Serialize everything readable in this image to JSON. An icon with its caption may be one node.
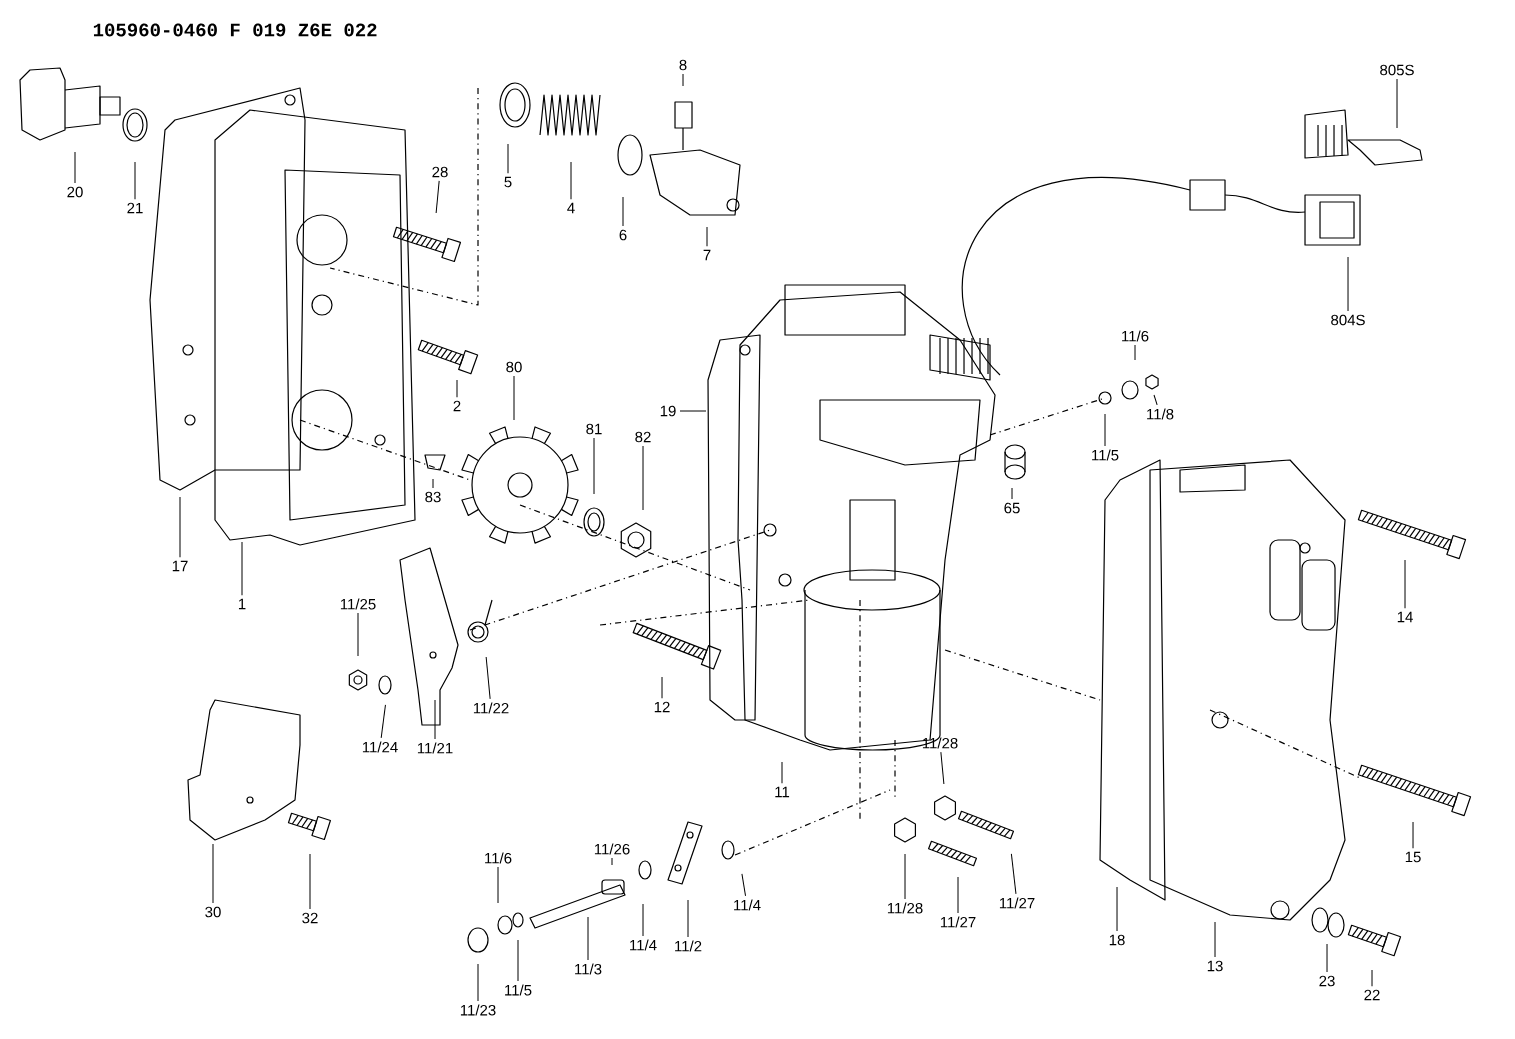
{
  "diagram": {
    "title": "105960-0460 F 019 Z6E 022",
    "nodes": [
      {
        "text": [
          "8"
        ]
      },
      {
        "text": [
          "805S"
        ]
      },
      {
        "text": [
          "28"
        ]
      },
      {
        "text": [
          "5"
        ]
      },
      {
        "text": [
          "4"
        ]
      },
      {
        "text": [
          "20"
        ]
      },
      {
        "text": [
          "21"
        ]
      },
      {
        "text": [
          "6"
        ]
      },
      {
        "text": [
          "7"
        ]
      },
      {
        "text": [
          "804S"
        ]
      },
      {
        "text": [
          "11/6"
        ]
      },
      {
        "text": [
          "80"
        ]
      },
      {
        "text": [
          "2"
        ]
      },
      {
        "text": [
          "11/8"
        ]
      },
      {
        "text": [
          "19"
        ]
      },
      {
        "text": [
          "81"
        ]
      },
      {
        "text": [
          "82"
        ]
      },
      {
        "text": [
          "11/5"
        ]
      },
      {
        "text": [
          "83"
        ]
      },
      {
        "text": [
          "65"
        ]
      },
      {
        "text": [
          "17"
        ]
      },
      {
        "text": [
          "1"
        ]
      },
      {
        "text": [
          "11/25"
        ]
      },
      {
        "text": [
          "14"
        ]
      },
      {
        "text": [
          "12"
        ]
      },
      {
        "text": [
          "11/22"
        ]
      },
      {
        "text": [
          "11/28"
        ]
      },
      {
        "text": [
          "11/24"
        ]
      },
      {
        "text": [
          "11/21"
        ]
      },
      {
        "text": [
          "11"
        ]
      },
      {
        "text": [
          "11/26"
        ]
      },
      {
        "text": [
          "15"
        ]
      },
      {
        "text": [
          "11/6"
        ]
      },
      {
        "text": [
          "11/4"
        ]
      },
      {
        "text": [
          "11/27"
        ]
      },
      {
        "text": [
          "11/28"
        ]
      },
      {
        "text": [
          "30"
        ]
      },
      {
        "text": [
          "32"
        ]
      },
      {
        "text": [
          "11/27"
        ]
      },
      {
        "text": [
          "18"
        ]
      },
      {
        "text": [
          "11/4"
        ]
      },
      {
        "text": [
          "11/2"
        ]
      },
      {
        "text": [
          "13"
        ]
      },
      {
        "text": [
          "11/3"
        ]
      },
      {
        "text": [
          "23"
        ]
      },
      {
        "text": [
          "11/5"
        ]
      },
      {
        "text": [
          "22"
        ]
      },
      {
        "text": [
          "11/23"
        ]
      }
    ],
    "edges": [
      {
        "from": 0,
        "to": null,
        "arrow": "none"
      },
      {
        "from": 1,
        "to": null,
        "arrow": "none"
      },
      {
        "from": 2,
        "to": null,
        "arrow": "none"
      },
      {
        "from": 3,
        "to": null,
        "arrow": "none"
      },
      {
        "from": 4,
        "to": null,
        "arrow": "none"
      },
      {
        "from": 5,
        "to": null,
        "arrow": "none"
      },
      {
        "from": 6,
        "to": null,
        "arrow": "none"
      },
      {
        "from": 7,
        "to": null,
        "arrow": "none"
      },
      {
        "from": 8,
        "to": null,
        "arrow": "none"
      },
      {
        "from": 9,
        "to": null,
        "arrow": "none"
      },
      {
        "from": 10,
        "to": null,
        "arrow": "none"
      },
      {
        "from": 11,
        "to": null,
        "arrow": "none"
      },
      {
        "from": 12,
        "to": null,
        "arrow": "none"
      },
      {
        "from": 13,
        "to": null,
        "arrow": "none"
      },
      {
        "from": 14,
        "to": null,
        "arrow": "none"
      },
      {
        "from": 15,
        "to": null,
        "arrow": "none"
      },
      {
        "from": 16,
        "to": null,
        "arrow": "none"
      },
      {
        "from": 17,
        "to": null,
        "arrow": "none"
      },
      {
        "from": 18,
        "to": null,
        "arrow": "none"
      },
      {
        "from": 19,
        "to": null,
        "arrow": "none"
      },
      {
        "from": 20,
        "to": null,
        "arrow": "none"
      },
      {
        "from": 21,
        "to": null,
        "arrow": "none"
      },
      {
        "from": 22,
        "to": null,
        "arrow": "none"
      },
      {
        "from": 23,
        "to": null,
        "arrow": "none"
      },
      {
        "from": 24,
        "to": null,
        "arrow": "none"
      },
      {
        "from": 25,
        "to": null,
        "arrow": "none"
      },
      {
        "from": 26,
        "to": null,
        "arrow": "none"
      },
      {
        "from": 27,
        "to": null,
        "arrow": "none"
      },
      {
        "from": 28,
        "to": null,
        "arrow": "none"
      },
      {
        "from": 29,
        "to": null,
        "arrow": "none"
      },
      {
        "from": 30,
        "to": null,
        "arrow": "none"
      },
      {
        "from": 31,
        "to": null,
        "arrow": "none"
      },
      {
        "from": 32,
        "to": null,
        "arrow": "none"
      },
      {
        "from": 33,
        "to": null,
        "arrow": "none"
      },
      {
        "from": 34,
        "to": null,
        "arrow": "none"
      },
      {
        "from": 35,
        "to": null,
        "arrow": "none"
      },
      {
        "from": 36,
        "to": null,
        "arrow": "none"
      },
      {
        "from": 37,
        "to": null,
        "arrow": "none"
      },
      {
        "from": 38,
        "to": null,
        "arrow": "none"
      },
      {
        "from": 39,
        "to": null,
        "arrow": "none"
      },
      {
        "from": 40,
        "to": null,
        "arrow": "none"
      },
      {
        "from": 41,
        "to": null,
        "arrow": "none"
      },
      {
        "from": 42,
        "to": null,
        "arrow": "none"
      },
      {
        "from": 43,
        "to": null,
        "arrow": "none"
      },
      {
        "from": 44,
        "to": null,
        "arrow": "none"
      },
      {
        "from": 45,
        "to": null,
        "arrow": "none"
      },
      {
        "from": 46,
        "to": null,
        "arrow": "none"
      },
      {
        "from": 47,
        "to": null,
        "arrow": "none"
      }
    ]
  }
}
